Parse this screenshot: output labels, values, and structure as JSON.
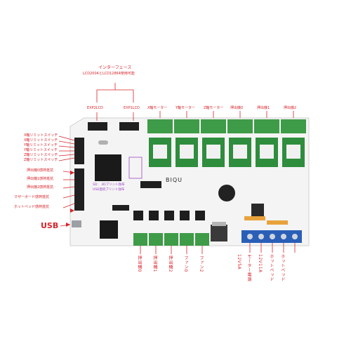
{
  "header": {
    "interface_title": "インターフェース",
    "interface_subtitle": "LCD2004とLCD12864使用可能"
  },
  "top_labels": {
    "exp2": "EXP2LCD",
    "exp1": "EXP1LCD",
    "x_motor": "X軸モーター",
    "y_motor": "Y軸モーター",
    "z_motor": "Z軸モーター",
    "extruder0": "押出機0",
    "extruder1": "押出機1",
    "extruder2": "押出機2"
  },
  "left_labels": {
    "limits": [
      "X軸リミットスイッチ",
      "X軸リミットスイッチ",
      "Y軸リミットスイッチ",
      "Y軸リミットスイッチ",
      "Z軸リミットスイッチ",
      "Z軸リミットスイッチ"
    ],
    "thermistors": [
      "押出機0感熱抵抗",
      "押出機1感熱抵抗",
      "押出機2感熱抵抗",
      "マザーボード感熱抵抗",
      "ホットベッド感熱抵抗"
    ],
    "usb": "USB"
  },
  "board_labels": {
    "sd_note": "SD：  3Dプリント独布",
    "usb_note": "USB連続プリント独布",
    "brand": "BIQU"
  },
  "bottom_labels": {
    "heater0": "押出機0",
    "heater1": "押出機1",
    "heater2": "押出機2",
    "fan0": "ファン0",
    "fan1": "ファン2",
    "v12": "12V5A",
    "bed_power": "ホットベッド",
    "power": "モーター電源",
    "v12b": "12V11A",
    "bed": "ホットベッド"
  },
  "colors": {
    "board": "#f4f4f4",
    "header_green": "#3e9b47",
    "annotation": "#d8232a",
    "terminal_blue": "#2a5fb8"
  }
}
